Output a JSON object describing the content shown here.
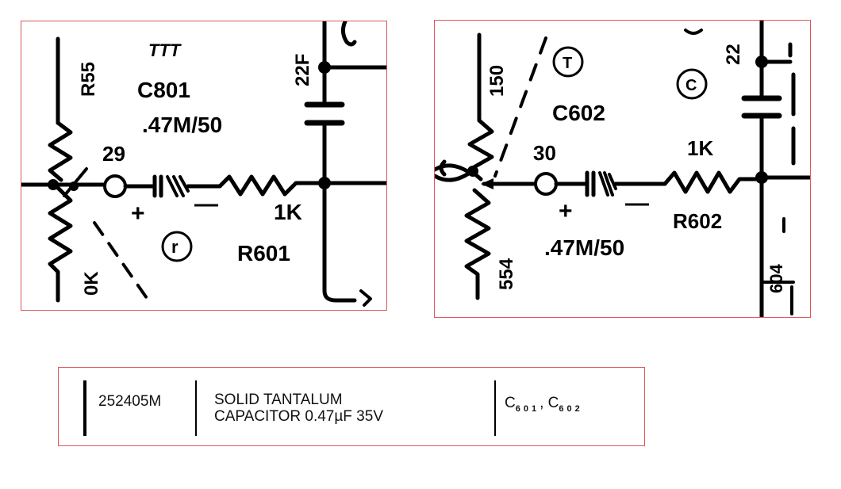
{
  "left_panel": {
    "part_ref": "R55",
    "sym_top": "TTT",
    "cap_name": "C801",
    "cap_value": ".47M/50",
    "cap_side": "22F",
    "node": "29",
    "plus": "+",
    "minus": "—",
    "res_value": "1K",
    "res_name": "R601",
    "circle_mark": "r",
    "pot_value": "0K"
  },
  "right_panel": {
    "part_ref": "150",
    "circle_t": "T",
    "circle_c": "C",
    "cap_name": "C602",
    "cap_side": "22",
    "node": "30",
    "plus": "+",
    "minus": "—",
    "res_value": "1K",
    "res_name": "R602",
    "cap_value": ".47M/50",
    "pot_value": "554",
    "side_label": "604"
  },
  "parts_table": {
    "part_number": "252405M",
    "desc_line1": "SOLID TANTALUM",
    "desc_line2": "CAPACITOR 0.47µF 35V",
    "ref1": "C",
    "ref1_sub": "601",
    "sep": ",",
    "ref2": "C",
    "ref2_sub": "602"
  }
}
